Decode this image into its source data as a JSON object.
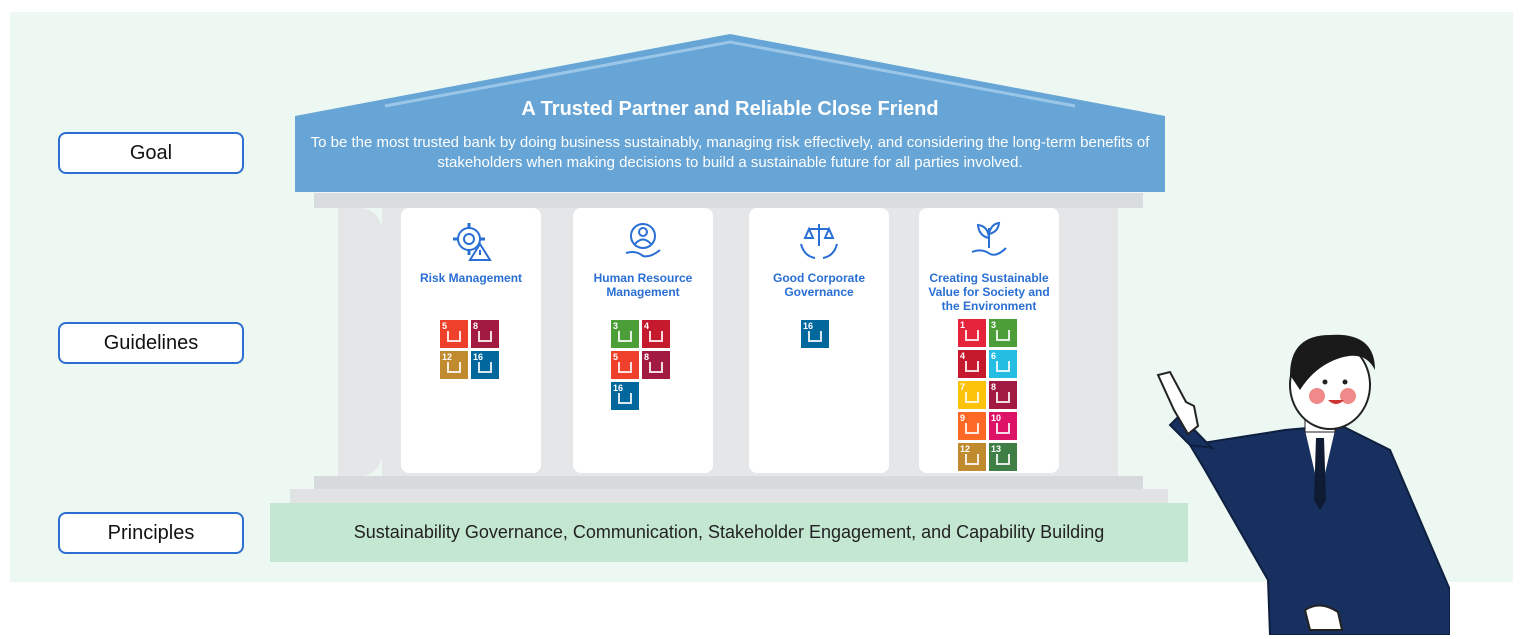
{
  "labels": {
    "goal": "Goal",
    "guidelines": "Guidelines",
    "principles": "Principles"
  },
  "roof": {
    "title": "A Trusted Partner and Reliable Close Friend",
    "description": "To be the most trusted bank by doing business sustainably, managing risk effectively, and considering the long-term benefits of stakeholders when making decisions to build a sustainable future for all parties involved."
  },
  "pillars": [
    {
      "title": "Risk Management",
      "icon": "gear-warning-icon",
      "sdgs": [
        {
          "num": "5",
          "color": "#ef402b"
        },
        {
          "num": "8",
          "color": "#a21942"
        },
        {
          "num": "12",
          "color": "#bf8b2e"
        },
        {
          "num": "16",
          "color": "#00689d"
        }
      ]
    },
    {
      "title": "Human Resource Management",
      "icon": "person-in-hand-icon",
      "sdgs": [
        {
          "num": "3",
          "color": "#4c9f38"
        },
        {
          "num": "4",
          "color": "#c5192d"
        },
        {
          "num": "5",
          "color": "#ef402b"
        },
        {
          "num": "8",
          "color": "#a21942"
        },
        {
          "num": "16",
          "color": "#00689d"
        }
      ]
    },
    {
      "title": "Good Corporate Governance",
      "icon": "scales-in-hands-icon",
      "sdgs": [
        {
          "num": "16",
          "color": "#00689d"
        }
      ]
    },
    {
      "title": "Creating Sustainable Value for Society and the Environment",
      "icon": "plant-in-hand-icon",
      "sdgs": [
        {
          "num": "1",
          "color": "#e5243b"
        },
        {
          "num": "3",
          "color": "#4c9f38"
        },
        {
          "num": "4",
          "color": "#c5192d"
        },
        {
          "num": "6",
          "color": "#26bde2"
        },
        {
          "num": "7",
          "color": "#fcc30b"
        },
        {
          "num": "8",
          "color": "#a21942"
        },
        {
          "num": "9",
          "color": "#fd6925"
        },
        {
          "num": "10",
          "color": "#dd1367"
        },
        {
          "num": "12",
          "color": "#bf8b2e"
        },
        {
          "num": "13",
          "color": "#3f7e44"
        }
      ]
    }
  ],
  "base": {
    "text": "Sustainability Governance, Communication, Stakeholder Engagement, and Capability Building"
  },
  "colors": {
    "roof": "#66a5d6",
    "accent": "#2a6fd4",
    "base": "#c4e7d1",
    "panel": "#ecf8f1"
  }
}
